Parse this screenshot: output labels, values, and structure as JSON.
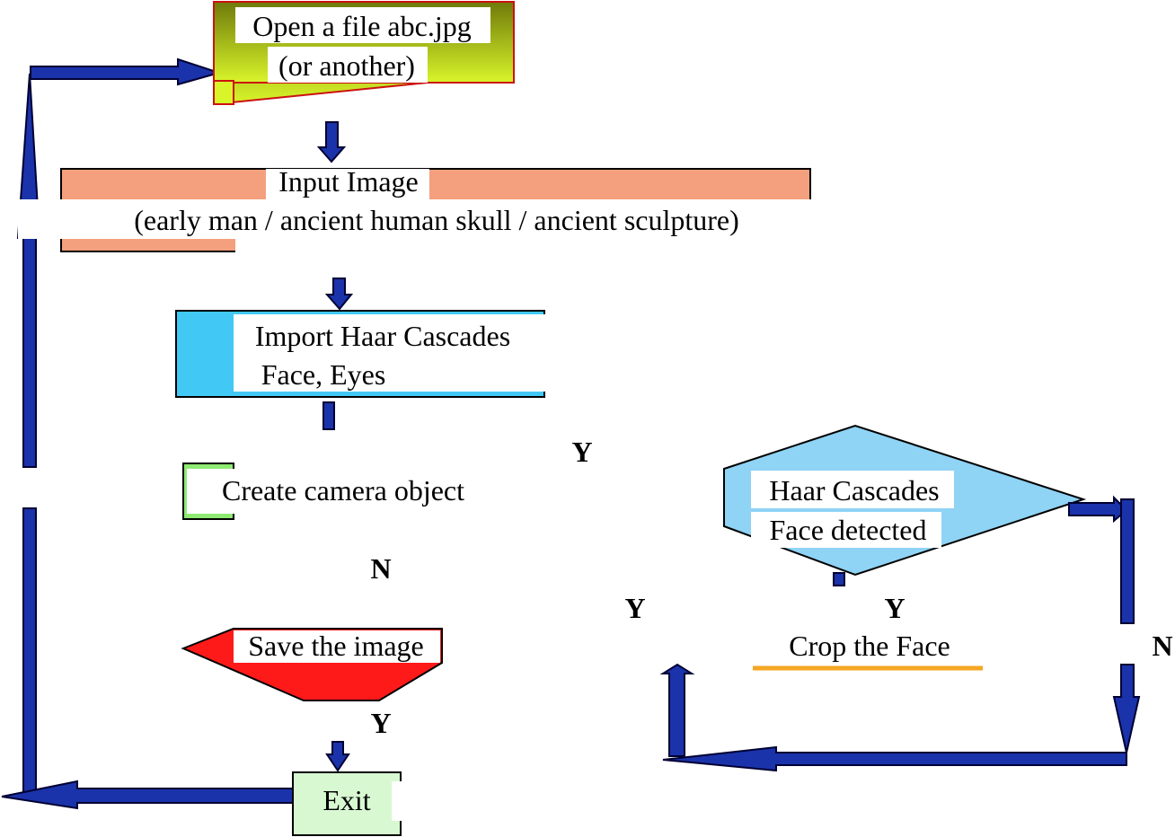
{
  "nodes": {
    "open_file": {
      "line1": "Open a file abc.jpg",
      "line2": "(or another)"
    },
    "input_image": {
      "line1": "Input Image",
      "line2": "(early man / ancient human skull / ancient sculpture)"
    },
    "import_haar": {
      "line1": "Import Haar Cascades",
      "line2": "Face, Eyes"
    },
    "create_camera": {
      "line1": "Create camera object"
    },
    "haar_face": {
      "line1": "Haar Cascades",
      "line2": "Face detected"
    },
    "save_image": {
      "line1": "Save the image"
    },
    "crop_face": {
      "line1": "Crop the Face"
    },
    "exit": {
      "line1": "Exit"
    }
  },
  "branch_labels": {
    "y_top": "Y",
    "n_camera": "N",
    "y_left_mid": "Y",
    "y_crop": "Y",
    "n_right": "N",
    "y_save": "Y"
  },
  "colors": {
    "arrow_fill": "#1a33aa",
    "arrow_stroke": "#000033",
    "open_file_fill": "#a9c21b",
    "open_file_border": "#cc1111",
    "input_image_fill": "#f4a07e",
    "import_haar_fill": "#42c8f5",
    "create_camera_fill": "#8eea72",
    "haar_face_fill": "#8fd3f5",
    "save_image_fill": "#ff1a1a",
    "crop_face_line": "#f5a623",
    "exit_fill": "#d8f8d2"
  }
}
